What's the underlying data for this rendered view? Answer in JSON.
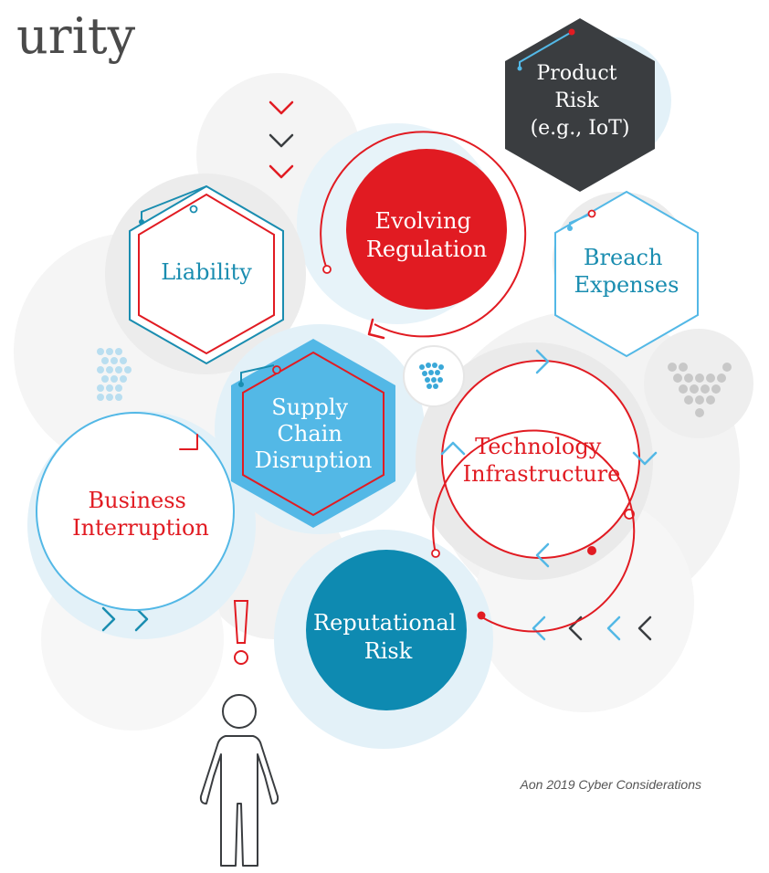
{
  "title_fragment": "urity",
  "nodes": {
    "product_risk": {
      "lines": [
        "Product",
        "Risk",
        "(e.g., IoT)"
      ]
    },
    "evolving_regulation": {
      "lines": [
        "Evolving",
        "Regulation"
      ]
    },
    "liability": {
      "lines": [
        "Liability"
      ]
    },
    "breach_expenses": {
      "lines": [
        "Breach",
        "Expenses"
      ]
    },
    "supply_chain": {
      "lines": [
        "Supply",
        "Chain",
        "Disruption"
      ]
    },
    "technology_infrastructure": {
      "lines": [
        "Technology",
        "Infrastructure"
      ]
    },
    "business_interruption": {
      "lines": [
        "Business",
        "Interruption"
      ]
    },
    "reputational_risk": {
      "lines": [
        "Reputational",
        "Risk"
      ]
    }
  },
  "source": "Aon 2019 Cyber Considerations",
  "colors": {
    "red": "#e11b22",
    "blue": "#1a8db0",
    "light_blue": "#53b8e6",
    "pale_blue": "#e3f1f8",
    "dark": "#3a3d40",
    "teal_fill": "#0e8ab1",
    "gray_circle": "#f2f2f2"
  }
}
